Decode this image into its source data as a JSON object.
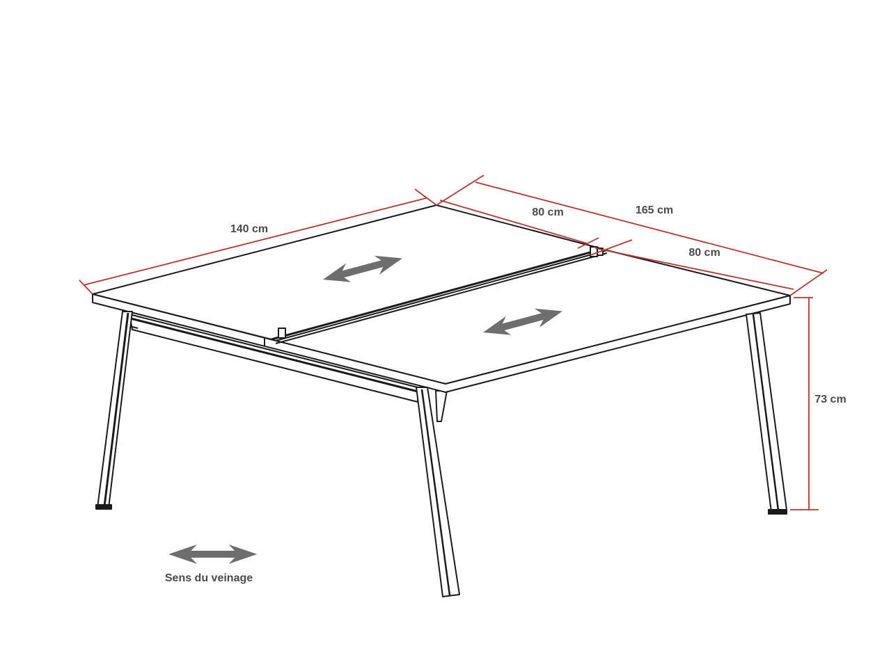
{
  "dimensions": {
    "width_total": "140 cm",
    "depth_total": "165 cm",
    "depth_panel_1": "80 cm",
    "depth_panel_2": "80 cm",
    "height": "73 cm"
  },
  "legend": {
    "grain_direction_label": "Sens du veinage"
  },
  "colors": {
    "dimension_line": "#b5362f",
    "arrow": "#6e6e6e",
    "outline": "#1a1a1a"
  }
}
